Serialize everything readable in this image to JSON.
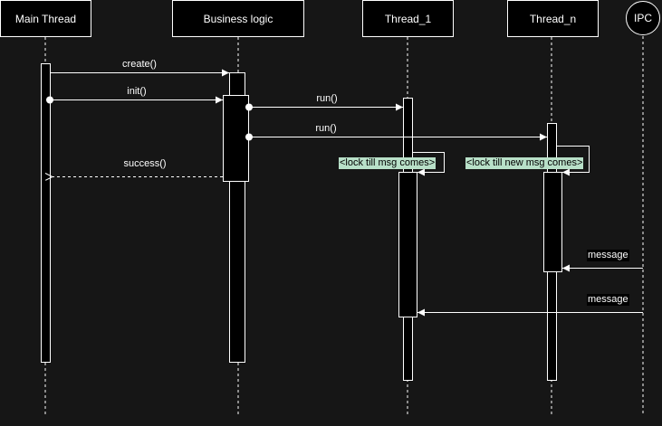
{
  "participants": {
    "main_thread": "Main Thread",
    "business_logic": "Business logic",
    "thread_1": "Thread_1",
    "thread_n": "Thread_n",
    "ipc": "IPC"
  },
  "messages": {
    "create": "create()",
    "init": "init()",
    "run_1": "run()",
    "run_n": "run()",
    "success": "success()",
    "ipc_to_thread_n": "message",
    "ipc_to_thread_1": "message"
  },
  "notes": {
    "thread_1_lock": "<lock till msg comes>",
    "thread_n_lock": "<lock till new msg comes>"
  },
  "colors": {
    "background": "#161616",
    "line": "#ffffff",
    "box_fill": "#000000",
    "note_fill": "#b8e0c8"
  }
}
